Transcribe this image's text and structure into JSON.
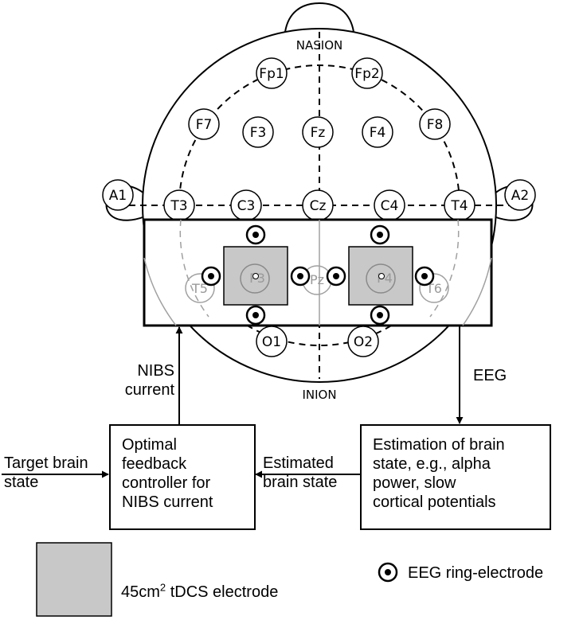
{
  "head": {
    "nasion": "NASION",
    "inion": "INION",
    "electrodes": {
      "fp1": "Fp1",
      "fp2": "Fp2",
      "f7": "F7",
      "f3": "F3",
      "fz": "Fz",
      "f4": "F4",
      "f8": "F8",
      "a1": "A1",
      "t3": "T3",
      "c3": "C3",
      "cz": "Cz",
      "c4": "C4",
      "t4": "T4",
      "a2": "A2",
      "t5": "T5",
      "p3": "P3",
      "pz": "Pz",
      "p4": "P4",
      "t6": "T6",
      "o1": "O1",
      "o2": "O2"
    }
  },
  "arrows": {
    "nibs_current": "NIBS\ncurrent",
    "eeg": "EEG",
    "target_brain_state": "Target brain\nstate",
    "estimated_brain_state": "Estimated\nbrain state"
  },
  "boxes": {
    "controller": "Optimal\nfeedback\ncontroller for\nNIBS current",
    "estimation": "Estimation of brain\nstate, e.g., alpha\npower, slow\ncortical potentials"
  },
  "legend": {
    "tdcs_prefix": "45cm",
    "tdcs_sup": "2",
    "tdcs_suffix": " tDCS electrode",
    "eeg_ring": "EEG ring-electrode"
  },
  "colors": {
    "tdcs_fill": "#c8c8c8",
    "faded": "#9a9a9a",
    "line": "#000000"
  }
}
